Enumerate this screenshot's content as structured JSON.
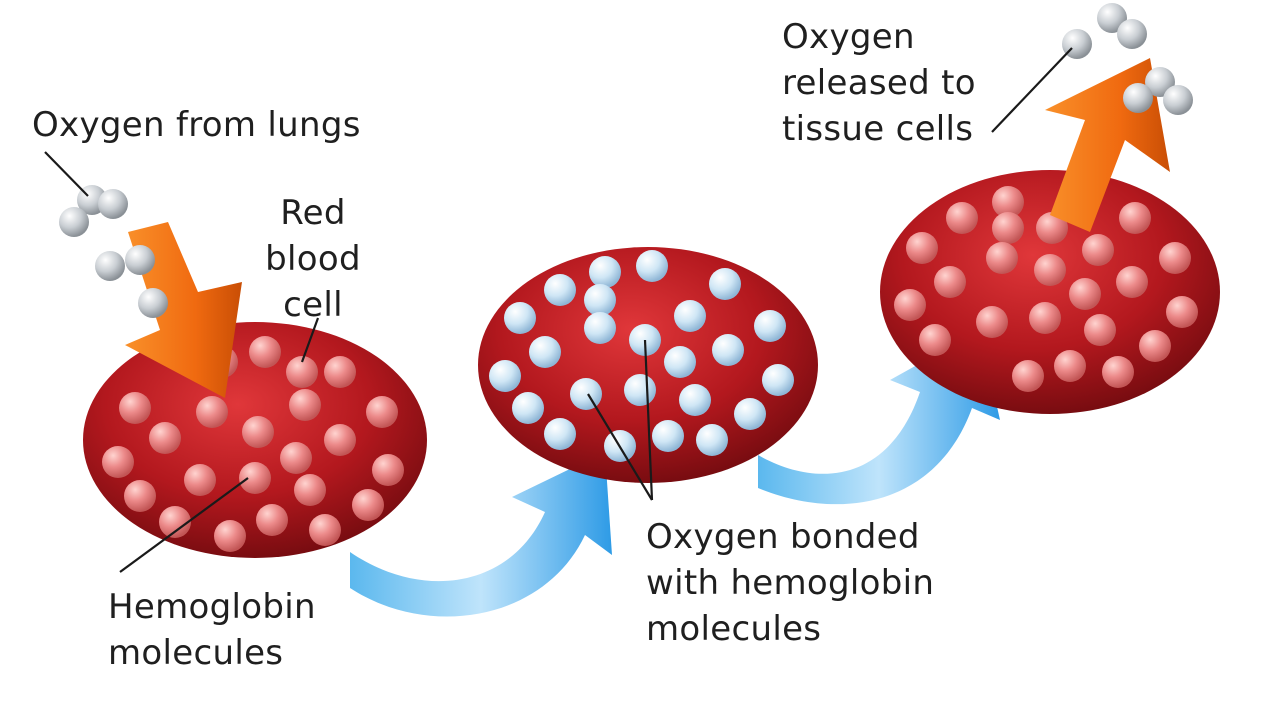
{
  "labels": {
    "oxygen_from_lungs": "Oxygen from lungs",
    "red_blood_cell": [
      "Red",
      "blood",
      "cell"
    ],
    "hemoglobin_molecules": [
      "Hemoglobin",
      "molecules"
    ],
    "oxygen_bonded": [
      "Oxygen bonded",
      "with hemoglobin",
      "molecules"
    ],
    "oxygen_released": [
      "Oxygen",
      "released to",
      "tissue cells"
    ]
  },
  "colors": {
    "cell_red": "#b3181e",
    "cell_dark": "#6e0a0e",
    "hemoglobin_pink": "#ec8a8a",
    "oxygen_gray": "#c9ced3",
    "bonded_blue": "#cfe6f5",
    "arrow_orange": "#f06a10",
    "arrow_blue": "#2e9be6",
    "line": "#1a1a1a"
  },
  "icons": {
    "oxygen": "oxygen-molecule-icon",
    "inflow_arrow": "orange-arrow-down-icon",
    "outflow_arrow": "orange-arrow-up-icon",
    "transition_arrow": "blue-curved-arrow-icon"
  }
}
